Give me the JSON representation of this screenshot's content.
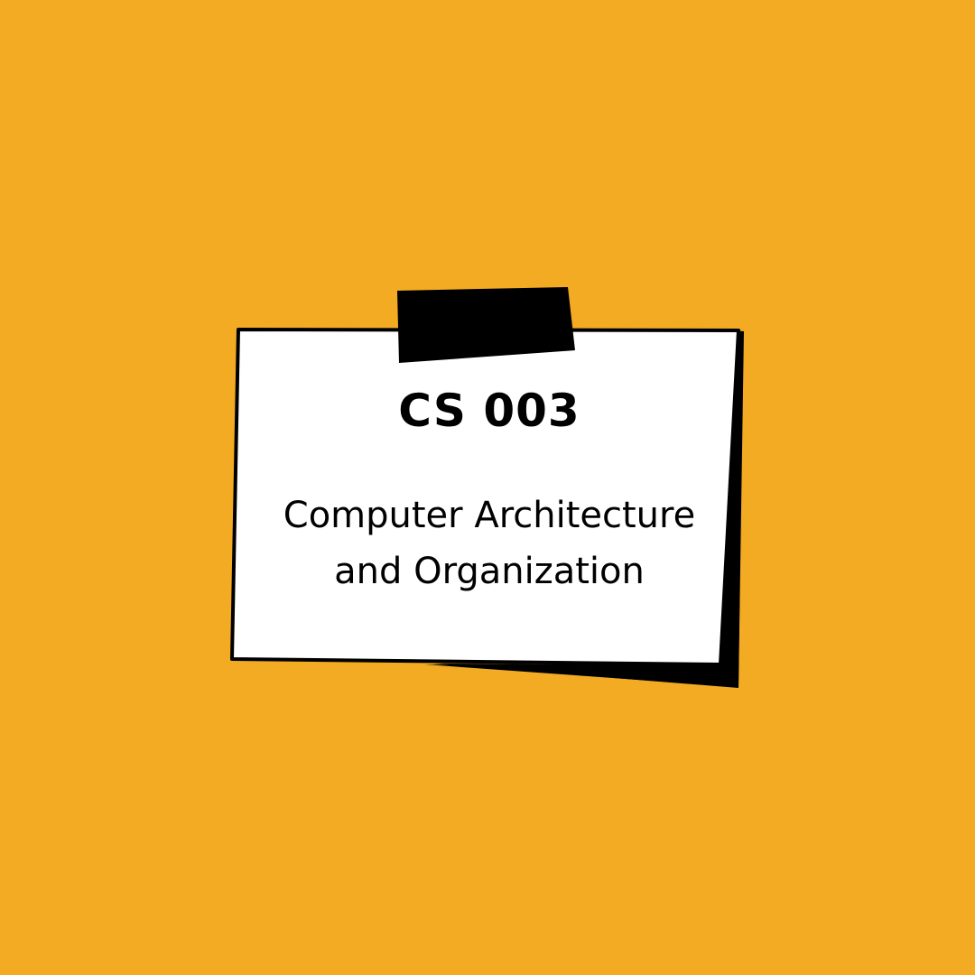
{
  "background_color": "#F2AB22",
  "note": {
    "paper_color": "#FFFFFF",
    "ink_color": "#000000",
    "code": "CS 003",
    "title_line_1": "Computer Architecture",
    "title_line_2": "and Organization"
  }
}
